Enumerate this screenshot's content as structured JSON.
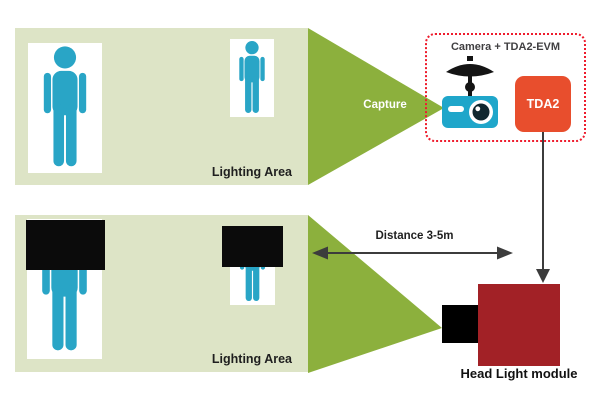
{
  "colors": {
    "area_green": "#dde4c6",
    "beam_green": "#8cb03d",
    "person_teal": "#29a5c6",
    "camera_teal": "#1fa6ca",
    "tda2_orange": "#e84e2d",
    "headlight_red": "#a22126",
    "dashed_red": "#ee1c2d",
    "arrow_gray": "#3c3c3c",
    "text_dark": "#1f1f1f"
  },
  "top_section": {
    "lighting_area_label": "Lighting Area",
    "capture_label": "Capture"
  },
  "camera_unit": {
    "title": "Camera + TDA2-EVM",
    "tda2_label": "TDA2"
  },
  "bottom_section": {
    "lighting_area_label": "Lighting Area",
    "distance_label": "Distance 3-5m",
    "headlight_label": "Head Light module"
  }
}
